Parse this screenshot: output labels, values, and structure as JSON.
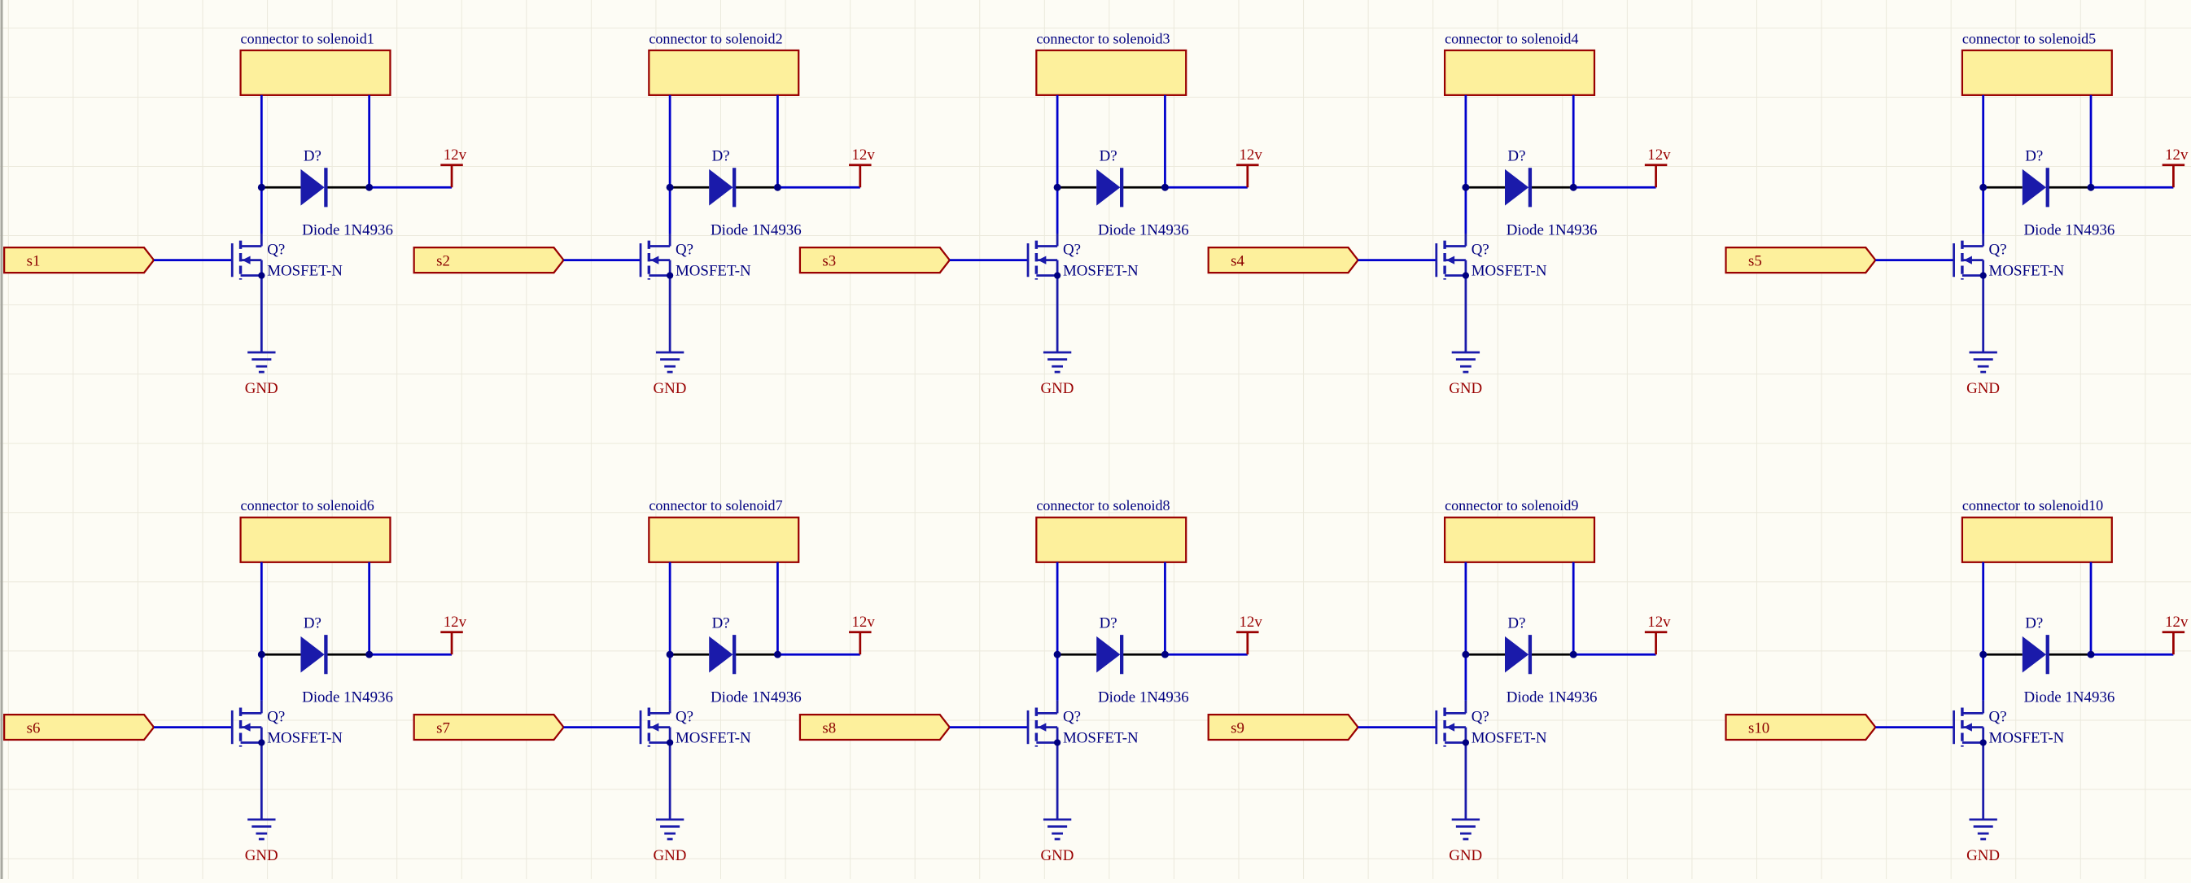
{
  "labels": {
    "designator_diode": "D?",
    "diode_value": "Diode 1N4936",
    "designator_mosfet": "Q?",
    "mosfet_value": "MOSFET-N",
    "power_port": "12v",
    "ground_port": "GND"
  },
  "channels": [
    {
      "connector_label": "connector to solenoid1",
      "port_label": "s1"
    },
    {
      "connector_label": "connector to solenoid2",
      "port_label": "s2"
    },
    {
      "connector_label": "connector to solenoid3",
      "port_label": "s3"
    },
    {
      "connector_label": "connector to solenoid4",
      "port_label": "s4"
    },
    {
      "connector_label": "connector to solenoid5",
      "port_label": "s5"
    },
    {
      "connector_label": "connector to solenoid6",
      "port_label": "s6"
    },
    {
      "connector_label": "connector to solenoid7",
      "port_label": "s7"
    },
    {
      "connector_label": "connector to solenoid8",
      "port_label": "s8"
    },
    {
      "connector_label": "connector to solenoid9",
      "port_label": "s9"
    },
    {
      "connector_label": "connector to solenoid10",
      "port_label": "s10"
    }
  ],
  "colors": {
    "background": "#fdfcf5",
    "grid": "#ebe9dc",
    "wire": "#0000cc",
    "component": "#1a1aaa",
    "text": "#000080",
    "port_text": "#8b0000",
    "power": "#990000",
    "box_fill": "#fdf09c",
    "box_stroke": "#990000"
  }
}
